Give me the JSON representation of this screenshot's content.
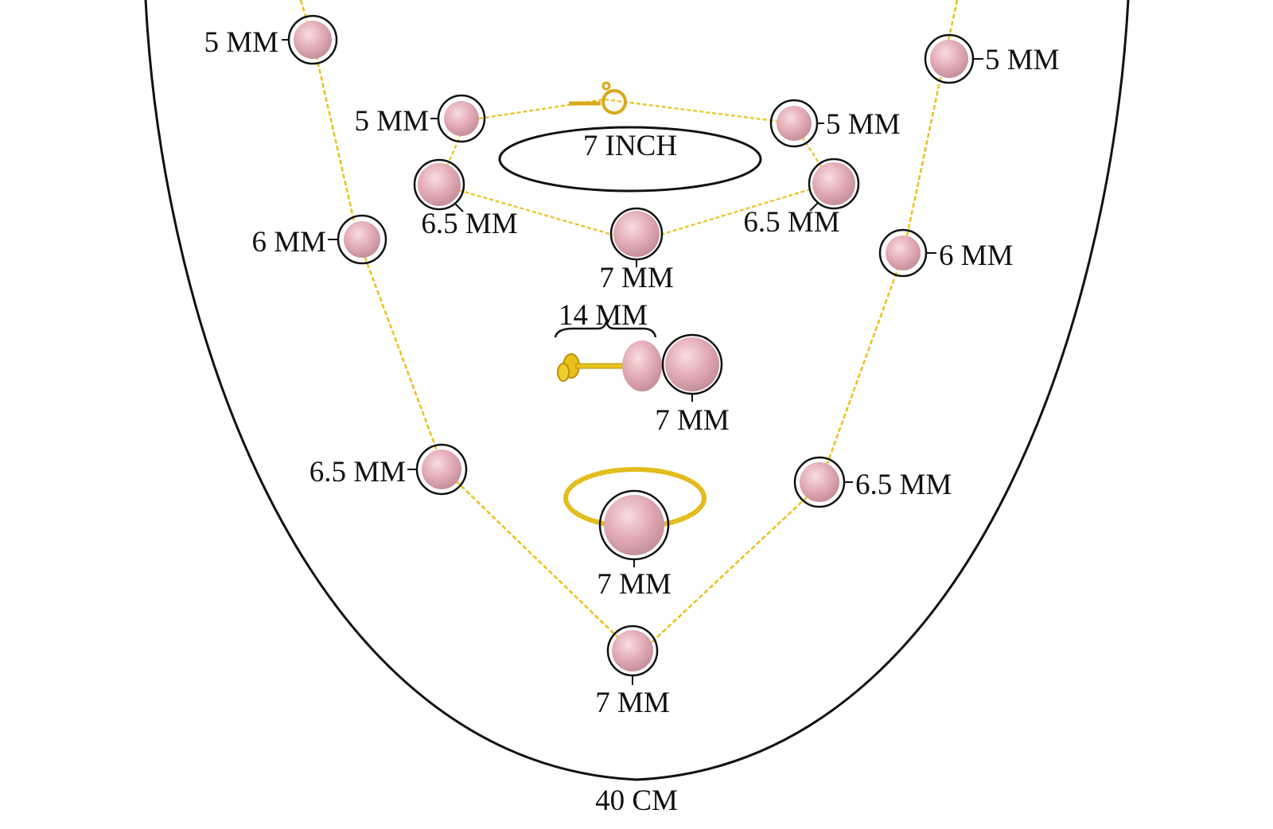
{
  "colors": {
    "chain_gold": "#e8c21a",
    "pearl_light": "#f6d6dc",
    "pearl_mid": "#e2a9b3",
    "pearl_dark": "#c98e98",
    "outline": "#111111",
    "background": "#ffffff"
  },
  "necklace": {
    "length_label": "40 CM",
    "left_labels": [
      "5 MM",
      "6 MM",
      "6.5 MM"
    ],
    "right_labels": [
      "5 MM",
      "6 MM",
      "6.5 MM"
    ],
    "center_label": "7 MM"
  },
  "bracelet": {
    "length_label": "7 INCH",
    "top_left_label": "5 MM",
    "top_right_label": "5 MM",
    "mid_left_label": "6.5 MM",
    "mid_right_label": "6.5 MM",
    "center_label": "7 MM"
  },
  "earrings": {
    "width_label": "14 MM",
    "pearl_label": "7 MM"
  },
  "ring": {
    "pearl_label": "7 MM"
  }
}
